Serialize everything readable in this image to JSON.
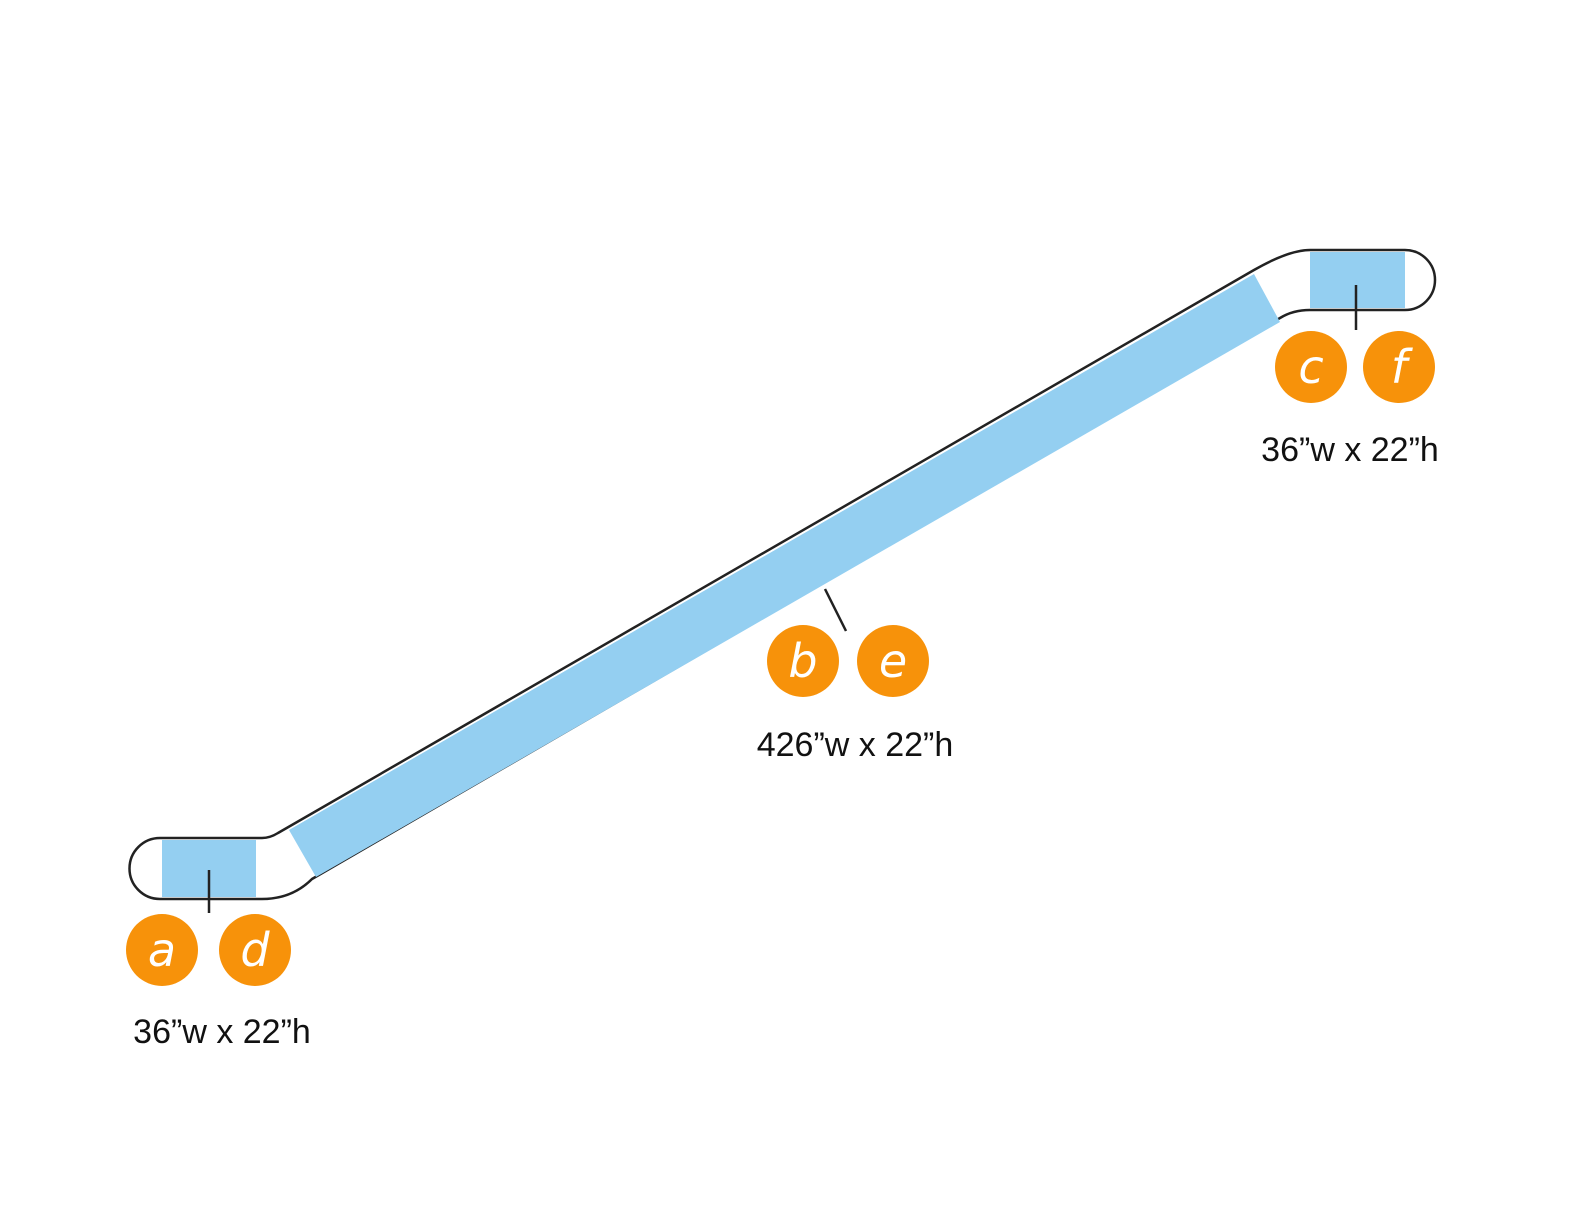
{
  "colors": {
    "panel_fill": "#94CFF1",
    "outline": "#222222",
    "badge_fill": "#F7920A",
    "badge_text": "#FFFFFF",
    "label_text": "#111111"
  },
  "sections": {
    "bottom": {
      "badges": [
        "a",
        "d"
      ],
      "dimension": "36”w x 22”h"
    },
    "incline": {
      "badges": [
        "b",
        "e"
      ],
      "dimension": "426”w x 22”h"
    },
    "top": {
      "badges": [
        "c",
        "f"
      ],
      "dimension": "36”w x 22”h"
    }
  }
}
